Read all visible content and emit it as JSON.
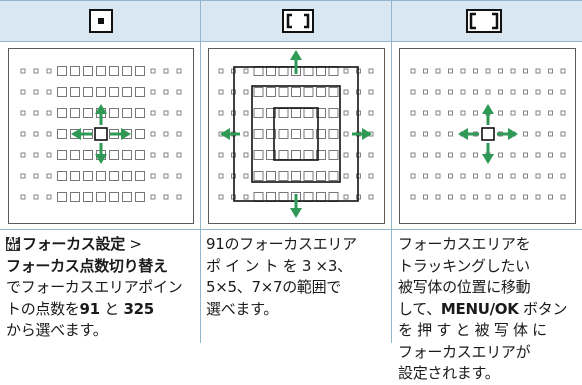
{
  "columns": [
    {
      "mode": "single-point",
      "header_icon": "single-point-af-icon",
      "description": {
        "menu_icon": "AF MF",
        "menu_path_1": "フォーカス設定",
        "sep": ">",
        "menu_path_2": "フォーカス点数切り替え",
        "text_1": "でフォーカスエリアポイントの点数を",
        "value_1": "91",
        "text_2": "と",
        "value_2": "325",
        "text_3": "から選べます。"
      }
    },
    {
      "mode": "zone",
      "header_icon": "zone-af-icon",
      "description": {
        "line_1": "91のフォーカスエリア",
        "line_2": "ポ イ ン ト を 3 ×3、",
        "line_3": "5×5、7×7の範囲で",
        "line_4": "選べます。"
      }
    },
    {
      "mode": "wide-tracking",
      "header_icon": "wide-tracking-af-icon",
      "description": {
        "line_1": "フォーカスエリアを",
        "line_2": "トラッキングしたい",
        "line_3": "被写体の位置に移動",
        "line_4": "して、",
        "menu_button": "MENU/OK",
        "line_4b": "ボタン",
        "line_5": "を 押 す と 被 写 体 に",
        "line_6": "フォーカスエリアが",
        "line_7": "設定されます。"
      }
    }
  ],
  "colors": {
    "header_bg": "#d8e7f1",
    "rule": "#93b4ca",
    "arrow_green": "#2e9a55",
    "frame": "#5a5a5a"
  }
}
